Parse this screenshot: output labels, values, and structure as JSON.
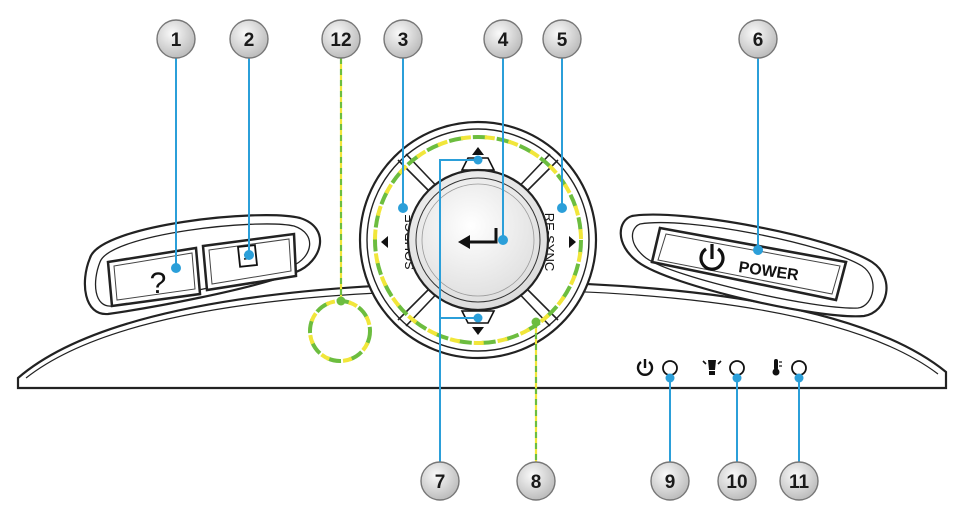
{
  "diagram": {
    "buttons": {
      "help_symbol": "?",
      "source_label": "SOURCE",
      "resync_label": "RE-SYNC",
      "power_label": "POWER"
    },
    "callouts": [
      {
        "id": "c1",
        "number": "1"
      },
      {
        "id": "c2",
        "number": "2"
      },
      {
        "id": "c3",
        "number": "3"
      },
      {
        "id": "c4",
        "number": "4"
      },
      {
        "id": "c5",
        "number": "5"
      },
      {
        "id": "c6",
        "number": "6"
      },
      {
        "id": "c7",
        "number": "7"
      },
      {
        "id": "c8",
        "number": "8"
      },
      {
        "id": "c9",
        "number": "9"
      },
      {
        "id": "c10",
        "number": "10"
      },
      {
        "id": "c11",
        "number": "11"
      },
      {
        "id": "c12",
        "number": "12"
      }
    ],
    "icons": [
      "help-icon",
      "menu-icon",
      "enter-arrow-icon",
      "keystone-up-icon",
      "keystone-down-icon",
      "power-icon",
      "lamp-icon",
      "temperature-icon"
    ],
    "colors": {
      "callout_line": "#2b9fd9",
      "callout_fill": "#dcdcdc",
      "dash_green": "#6cbd3f",
      "dash_yellow": "#f1e63a"
    }
  }
}
